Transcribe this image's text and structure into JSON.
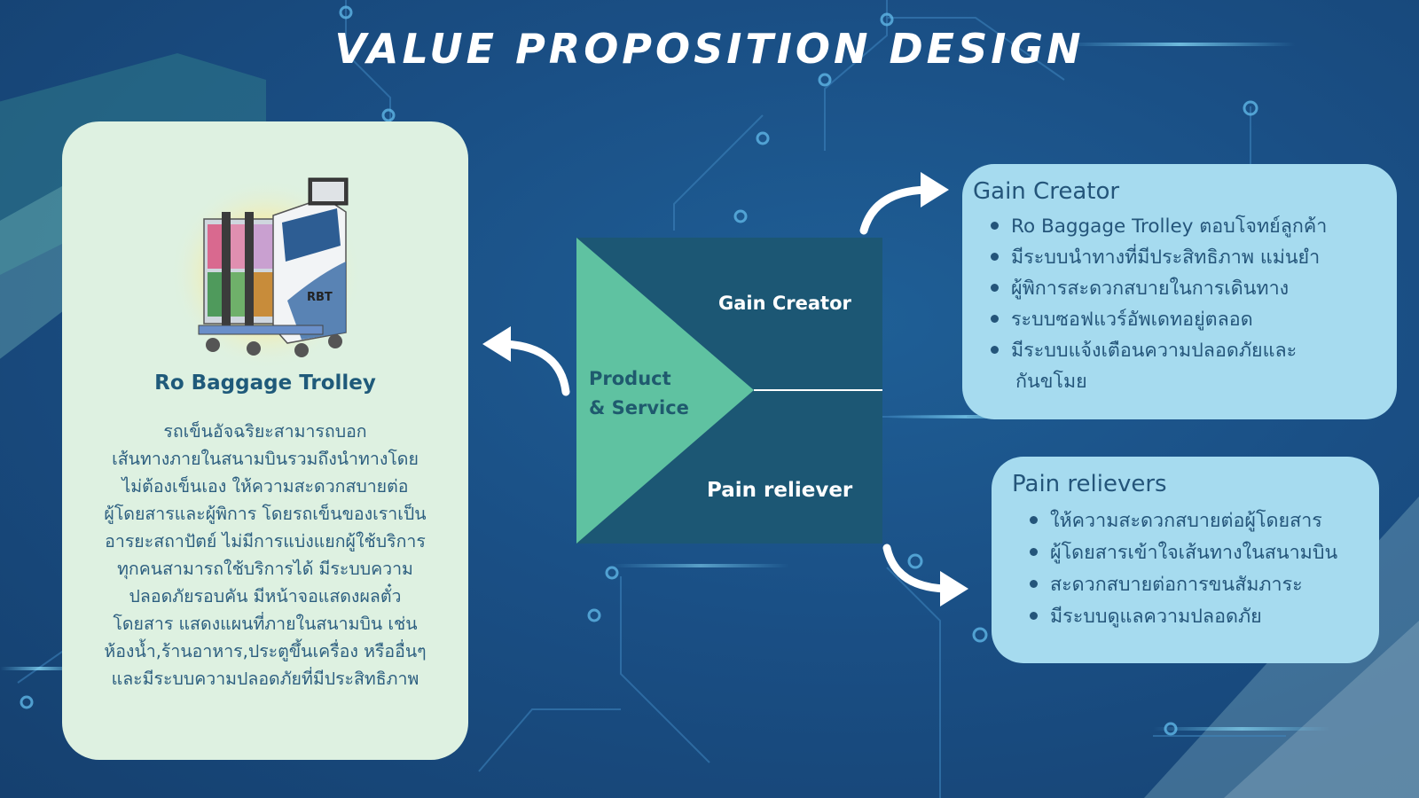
{
  "title": "VALUE PROPOSITION DESIGN",
  "colors": {
    "background": "#1a4f85",
    "card_green": "#def1e1",
    "card_blue": "#a6dbef",
    "triangle": "#5fc2a1",
    "square": "#1c5774",
    "text_dark": "#24557a"
  },
  "product": {
    "name": "Ro Baggage Trolley",
    "image_label": "RBT",
    "description_lines": [
      "รถเข็นอัจฉริยะสามารถบอก",
      "เส้นทางภายในสนามบินรวมถึงนำทางโดย",
      "ไม่ต้องเข็นเอง ให้ความสะดวกสบายต่อ",
      "ผู้โดยสารและผู้พิการ โดยรถเข็นของเราเป็น",
      "อารยะสถาปัตย์ ไม่มีการแบ่งแยกผู้ใช้บริการ",
      "ทุกคนสามารถใช้บริการได้ มีระบบความ",
      "ปลอดภัยรอบคัน มีหน้าจอแสดงผลตั๋ว",
      "โดยสาร แสดงแผนที่ภายในสนามบิน เช่น",
      "ห้องน้ำ,ร้านอาหาร,ประตูขึ้นเครื่อง หรืออื่นๆ",
      "และมีระบบความปลอดภัยที่มีประสิทธิภาพ"
    ]
  },
  "canvas": {
    "gain_label": "Gain Creator",
    "pain_label": "Pain reliever",
    "product_label_line1": "Product",
    "product_label_line2": "& Service"
  },
  "gain_creator": {
    "title": "Gain Creator",
    "items": [
      "Ro Baggage Trolley ตอบโจทย์ลูกค้า",
      "มีระบบนำทางที่มีประสิทธิภาพ แม่นยำ",
      "ผู้พิการสะดวกสบายในการเดินทาง",
      "ระบบซอฟแวร์อัพเดทอยู่ตลอด",
      "มีระบบแจ้งเตือนความปลอดภัยและ"
    ],
    "item_continuation": "กันขโมย"
  },
  "pain_relievers": {
    "title": "Pain relievers",
    "items": [
      "ให้ความสะดวกสบายต่อผู้โดยสาร",
      "ผู้โดยสารเข้าใจเส้นทางในสนามบิน",
      "สะดวกสบายต่อการขนสัมภาระ",
      "มีระบบดูแลความปลอดภัย"
    ]
  },
  "icons": {
    "arrow_left": "curved-arrow-left-icon",
    "arrow_up_right": "curved-arrow-up-right-icon",
    "arrow_down_right": "curved-arrow-down-right-icon"
  }
}
